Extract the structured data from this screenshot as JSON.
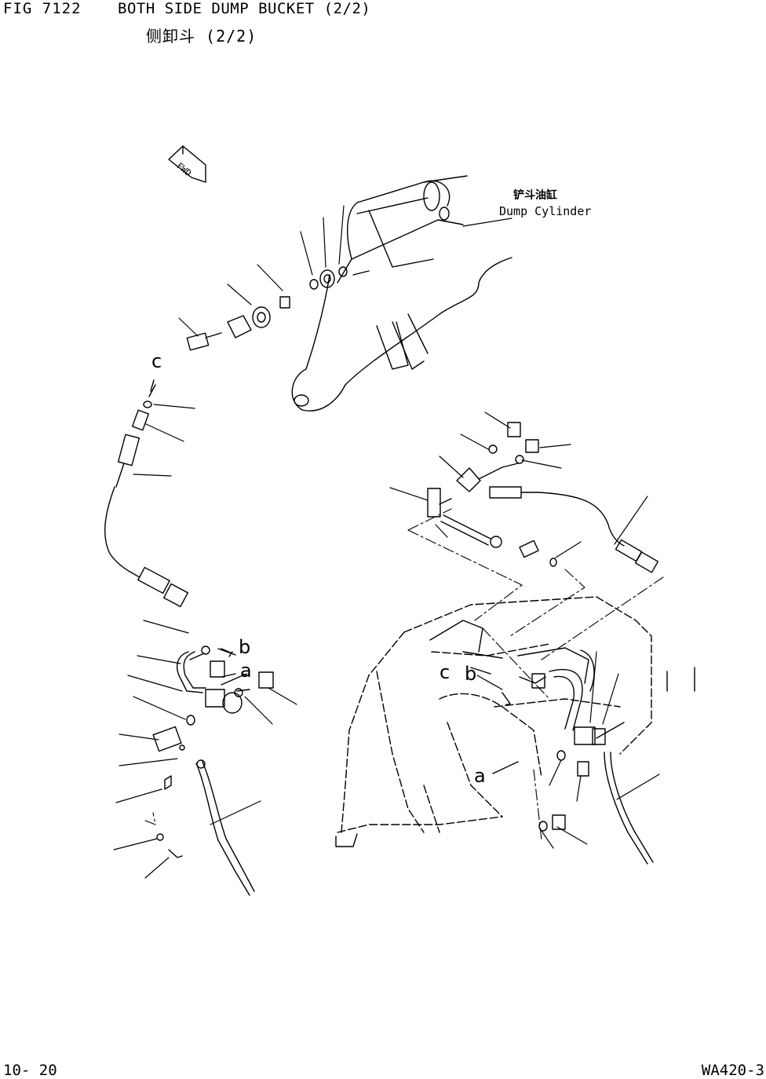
{
  "header": {
    "fig_no": "FIG 7122",
    "title_en": "BOTH SIDE DUMP BUCKET (2/2)",
    "title_cn": "侧卸斗 (2/2)"
  },
  "footer": {
    "page": "10- 20",
    "model": "WA420-3"
  },
  "callouts": {
    "dump_cylinder_cn": "铲斗油缸",
    "dump_cylinder_en": "Dump Cylinder"
  },
  "refs": {
    "c": "c",
    "b": "b",
    "a": "a"
  },
  "badge": {
    "fwd": "FWD"
  }
}
